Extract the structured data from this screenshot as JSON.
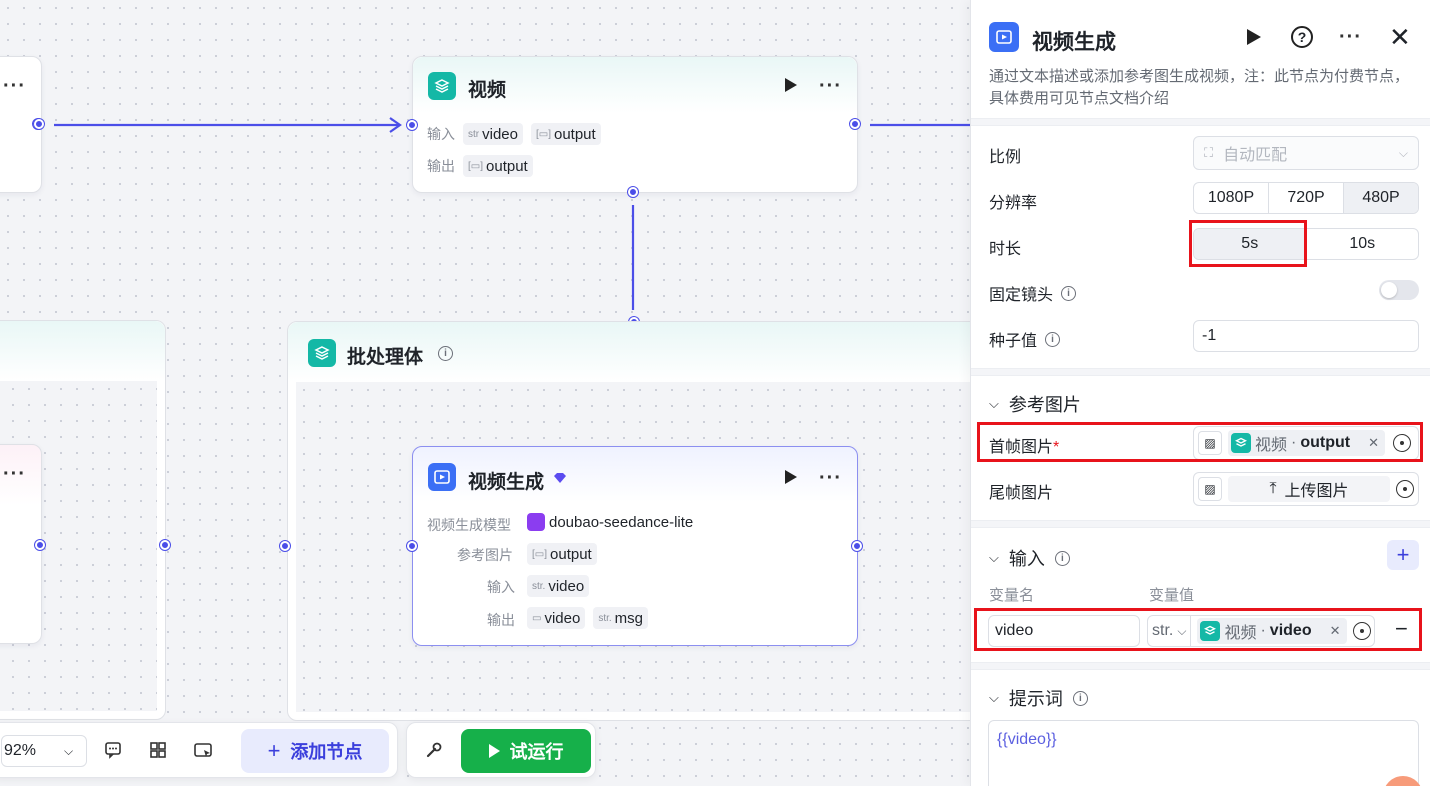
{
  "canvas": {
    "node_video": {
      "title": "视频",
      "input_label": "输入",
      "input_tags": [
        {
          "type": "str",
          "name": "video"
        },
        {
          "type": "img",
          "name": "output"
        }
      ],
      "output_label": "输出",
      "output_tags": [
        {
          "type": "img",
          "name": "output"
        }
      ]
    },
    "batch": {
      "title": "批处理体"
    },
    "node_gen": {
      "title": "视频生成",
      "model_label": "视频生成模型",
      "model_value": "doubao-seedance-lite",
      "ref_label": "参考图片",
      "ref_value": "output",
      "input_label": "输入",
      "input_tag": {
        "type": "str.",
        "name": "video"
      },
      "output_label": "输出",
      "output_tags": [
        {
          "type": "folder",
          "name": "video"
        },
        {
          "type": "str.",
          "name": "msg"
        }
      ]
    },
    "left_stub": {
      "menu": "···"
    }
  },
  "toolbar": {
    "zoom": "92%",
    "add_node": "添加节点",
    "run": "试运行"
  },
  "panel": {
    "title": "视频生成",
    "description": "通过文本描述或添加参考图生成视频，注：此节点为付费节点，具体费用可见节点文档介绍",
    "ratio_label": "比例",
    "ratio_value": "自动匹配",
    "resolution_label": "分辨率",
    "resolution_options": [
      "1080P",
      "720P",
      "480P"
    ],
    "resolution_selected": "480P",
    "duration_label": "时长",
    "duration_options": [
      "5s",
      "10s"
    ],
    "duration_selected": "5s",
    "fixed_lens_label": "固定镜头",
    "fixed_lens_on": false,
    "seed_label": "种子值",
    "seed_value": "-1",
    "ref_section": "参考图片",
    "first_frame_label": "首帧图片",
    "required_mark": "*",
    "first_frame_node": "视频",
    "first_frame_sep": "·",
    "first_frame_var": "output",
    "last_frame_label": "尾帧图片",
    "upload_label": "上传图片",
    "input_section": "输入",
    "var_name_header": "变量名",
    "var_value_header": "变量值",
    "var_name": "video",
    "var_type": "str.",
    "var_ref_node": "视频",
    "var_ref_sep": "·",
    "var_ref_var": "video",
    "prompt_section": "提示词",
    "prompt_value": "{{video}}"
  },
  "colors": {
    "accent": "#4b4ee8",
    "teal": "#14b8a6",
    "blue_icon": "#3b6ff5",
    "run_green": "#16b04a",
    "highlight_red": "#e8131b"
  }
}
